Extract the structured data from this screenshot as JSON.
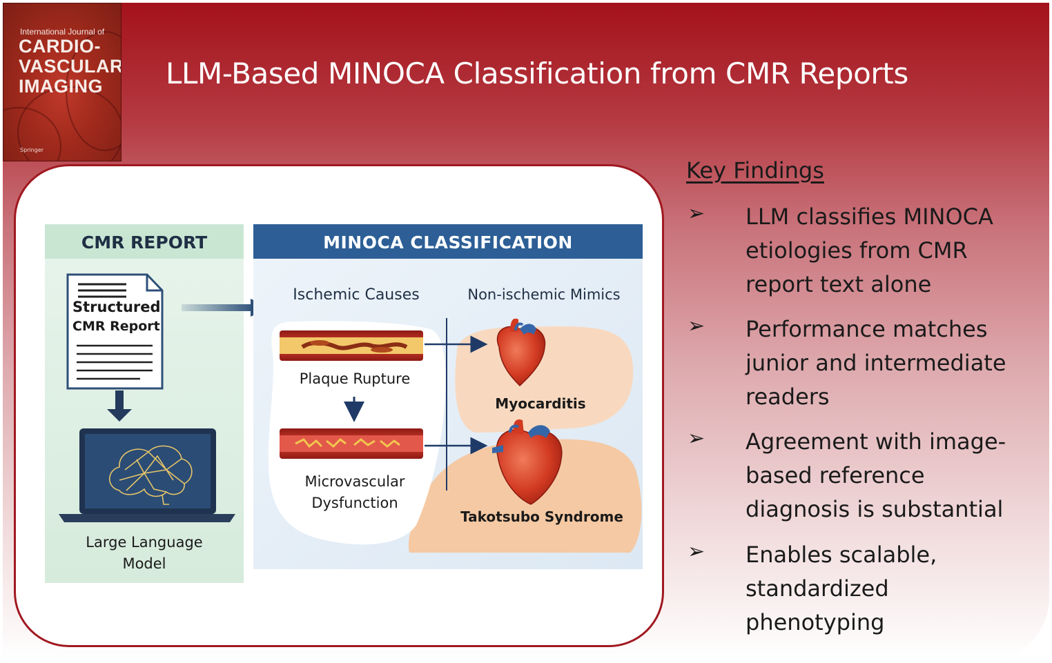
{
  "journal_cover": {
    "line1": "International Journal of",
    "title_lines": [
      "CARDIO-",
      "VASCULAR",
      "IMAGING"
    ],
    "publisher": "Springer"
  },
  "title": "LLM-Based MINOCA Classification from CMR Reports",
  "diagram": {
    "cmr_report": {
      "header": "CMR REPORT",
      "document_lines": [
        "Structured",
        "CMR Report"
      ],
      "model_lines": [
        "Large Language",
        "Model"
      ]
    },
    "classification": {
      "header": "MINOCA CLASSIFICATION",
      "ischemic_header": "Ischemic Causes",
      "nonischemic_header": "Non-ischemic Mimics",
      "plaque": "Plaque Rupture",
      "microvascular_lines": [
        "Microvascular",
        "Dysfunction"
      ],
      "myocarditis": "Myocarditis",
      "takotsubo": "Takotsubo Syndrome"
    }
  },
  "key_findings": {
    "title": "Key Findings",
    "items": [
      {
        "lines": [
          "LLM classifies MINOCA",
          "etiologies from CMR",
          "report text alone"
        ]
      },
      {
        "lines": [
          "Performance matches",
          "junior and intermediate",
          "readers"
        ]
      },
      {
        "lines": [
          "Agreement with image-",
          "based reference",
          "diagnosis is substantial"
        ]
      },
      {
        "lines": [
          "Enables scalable,",
          "standardized",
          "phenotyping"
        ]
      }
    ]
  },
  "colors": {
    "brand_red": "#a4121a",
    "header_blue": "#2d5f96",
    "green_panel": "#dcefe3",
    "text_dark": "#1a1a1a"
  }
}
